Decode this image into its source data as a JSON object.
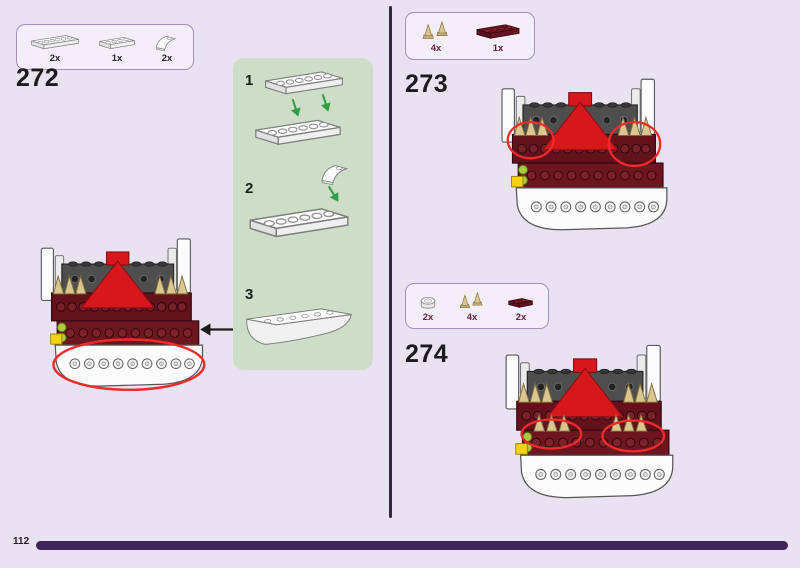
{
  "page": {
    "number": "112"
  },
  "steps": [
    {
      "number": "272",
      "parts": [
        {
          "count": "2x",
          "icon": "plate-1x6-white-icon"
        },
        {
          "count": "1x",
          "icon": "plate-1x4-white-icon"
        },
        {
          "count": "2x",
          "icon": "slope-curved-white-icon"
        }
      ]
    },
    {
      "number": "273",
      "parts": [
        {
          "count": "4x",
          "icon": "tooth-tan-icon"
        },
        {
          "count": "1x",
          "icon": "plate-1x4-dark-red-icon"
        }
      ]
    },
    {
      "number": "274",
      "parts": [
        {
          "count": "2x",
          "icon": "plate-round-white-icon"
        },
        {
          "count": "4x",
          "icon": "tooth-tan-icon"
        },
        {
          "count": "2x",
          "icon": "plate-1x2-dark-red-icon"
        }
      ]
    }
  ],
  "assembly_panel": {
    "substeps": [
      {
        "label": "1"
      },
      {
        "label": "2"
      },
      {
        "label": "3"
      }
    ]
  },
  "palette": {
    "background": "#e9e2f2",
    "panel_green": "#cdddc8",
    "callout_fill": "#f3eef9",
    "callout_border": "#a590bf",
    "progress_bar": "#43235c",
    "divider": "#332840",
    "highlight_red": "#ee2b2b",
    "arrow_green": "#2f9e44",
    "brick_dark_red": "#6d1620",
    "brick_bright_red": "#d6171c",
    "brick_tan": "#dbc68f",
    "brick_lime": "#aacb3f",
    "brick_yellow": "#f4d313"
  }
}
